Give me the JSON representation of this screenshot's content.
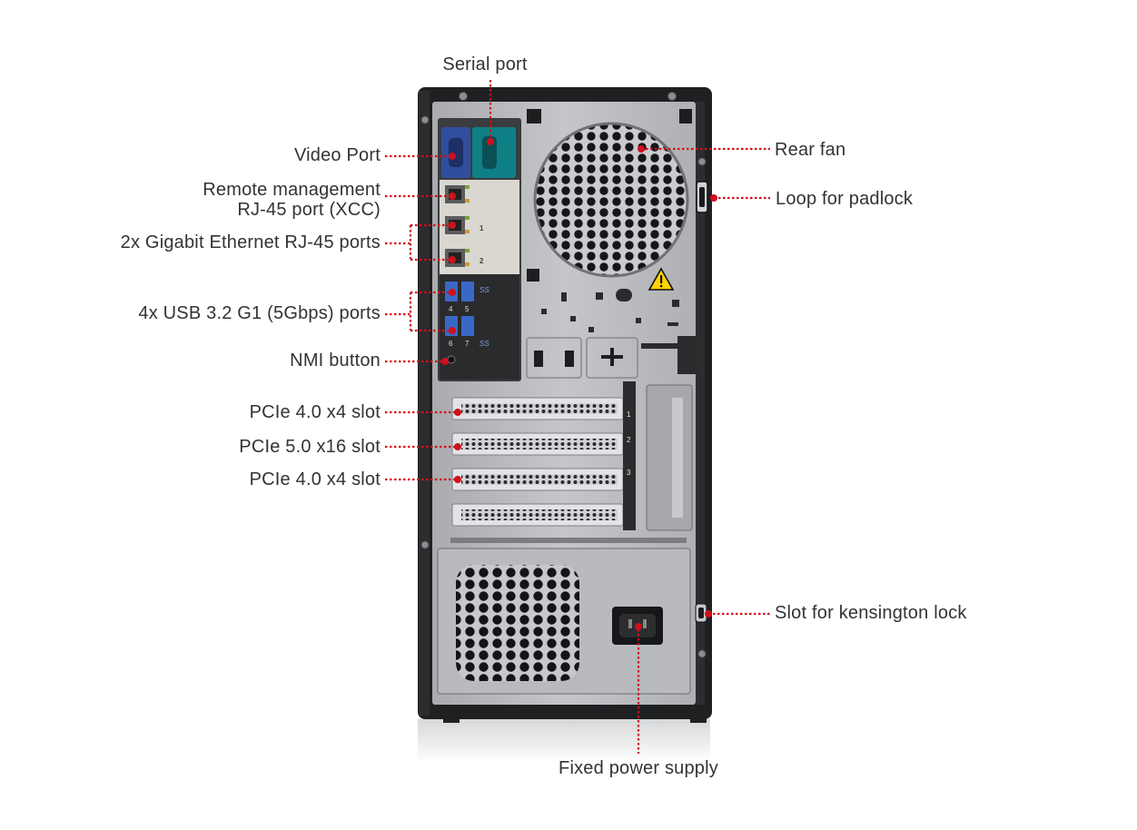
{
  "colors": {
    "callout": "#d0101c",
    "chassis": "#1f2022",
    "panel": "#b9bbbe",
    "panel_dark": "#8e9094",
    "label_text": "#333333",
    "vga_blue": "#2f4f9c",
    "serial_teal": "#0f7f86",
    "warning_yellow": "#ffd400"
  },
  "labels": {
    "serial_port": "Serial port",
    "video_port": "Video Port",
    "remote_mgmt_line1": "Remote management",
    "remote_mgmt_line2": "RJ-45 port (XCC)",
    "gigabit": "2x Gigabit Ethernet RJ-45 ports",
    "usb": "4x USB 3.2 G1 (5Gbps) ports",
    "nmi": "NMI button",
    "pcie_slot_1": "PCIe 4.0 x4 slot",
    "pcie_slot_2": "PCIe 5.0 x16 slot",
    "pcie_slot_3": "PCIe 4.0 x4 slot",
    "rear_fan": "Rear fan",
    "padlock": "Loop for padlock",
    "kensington": "Slot for kensington lock",
    "power_supply": "Fixed power supply"
  },
  "port_markings": {
    "usb_numbers": [
      "4",
      "5",
      "6",
      "7"
    ],
    "slot_numbers": [
      "1",
      "2",
      "3"
    ],
    "lan_numbers": [
      "1",
      "2"
    ],
    "usb_logo": "SS"
  }
}
